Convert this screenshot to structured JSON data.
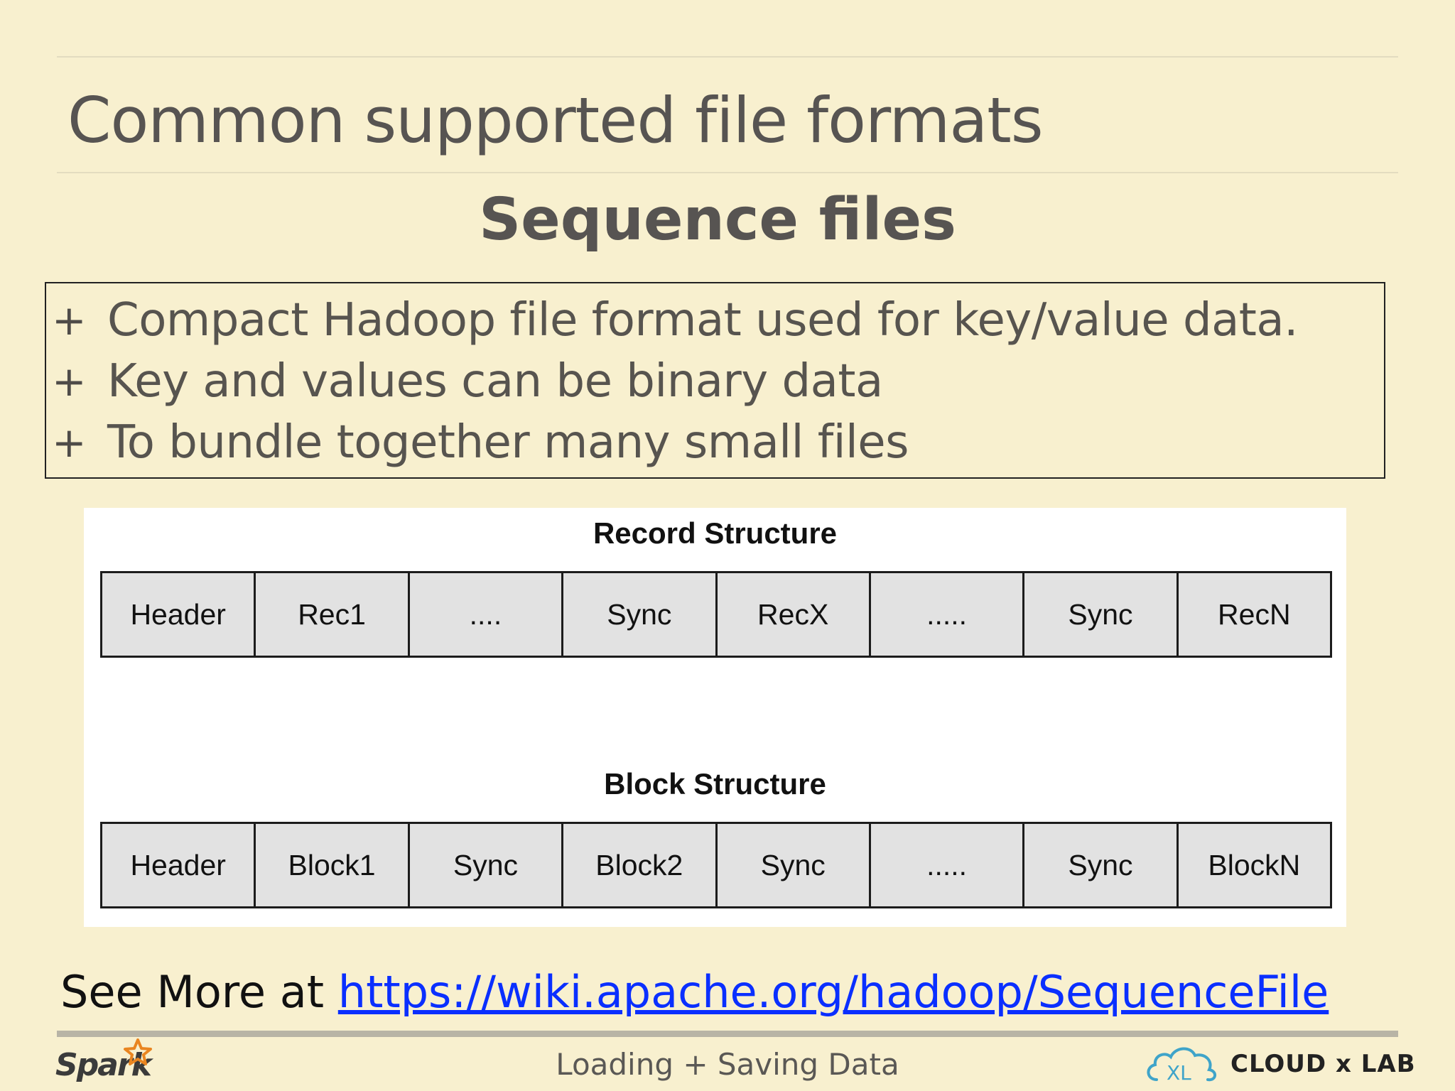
{
  "slide": {
    "title": "Common supported file formats",
    "subtitle": "Sequence files"
  },
  "bullets": [
    {
      "marker": "+",
      "text": "Compact Hadoop file format used for key/value data."
    },
    {
      "marker": "+",
      "text": "Key and values can be binary data"
    },
    {
      "marker": "+",
      "text": "To bundle together many small files"
    }
  ],
  "diagram": {
    "record": {
      "title": "Record Structure",
      "cells": [
        "Header",
        "Rec1",
        "....",
        "Sync",
        "RecX",
        ".....",
        "Sync",
        "RecN"
      ]
    },
    "block": {
      "title": "Block Structure",
      "cells": [
        "Header",
        "Block1",
        "Sync",
        "Block2",
        "Sync",
        ".....",
        "Sync",
        "BlockN"
      ]
    }
  },
  "see_more": {
    "prefix": "See More at ",
    "link_text": "https://wiki.apache.org/hadoop/SequenceFile"
  },
  "footer": {
    "center": "Loading + Saving Data",
    "left_logo": "Spark",
    "right_logo": "CLOUD x LAB",
    "right_logo_icon": "XL"
  },
  "colors": {
    "background": "#f8f0cf",
    "link": "#0a2fff",
    "cell_fill": "#e2e2e2"
  }
}
